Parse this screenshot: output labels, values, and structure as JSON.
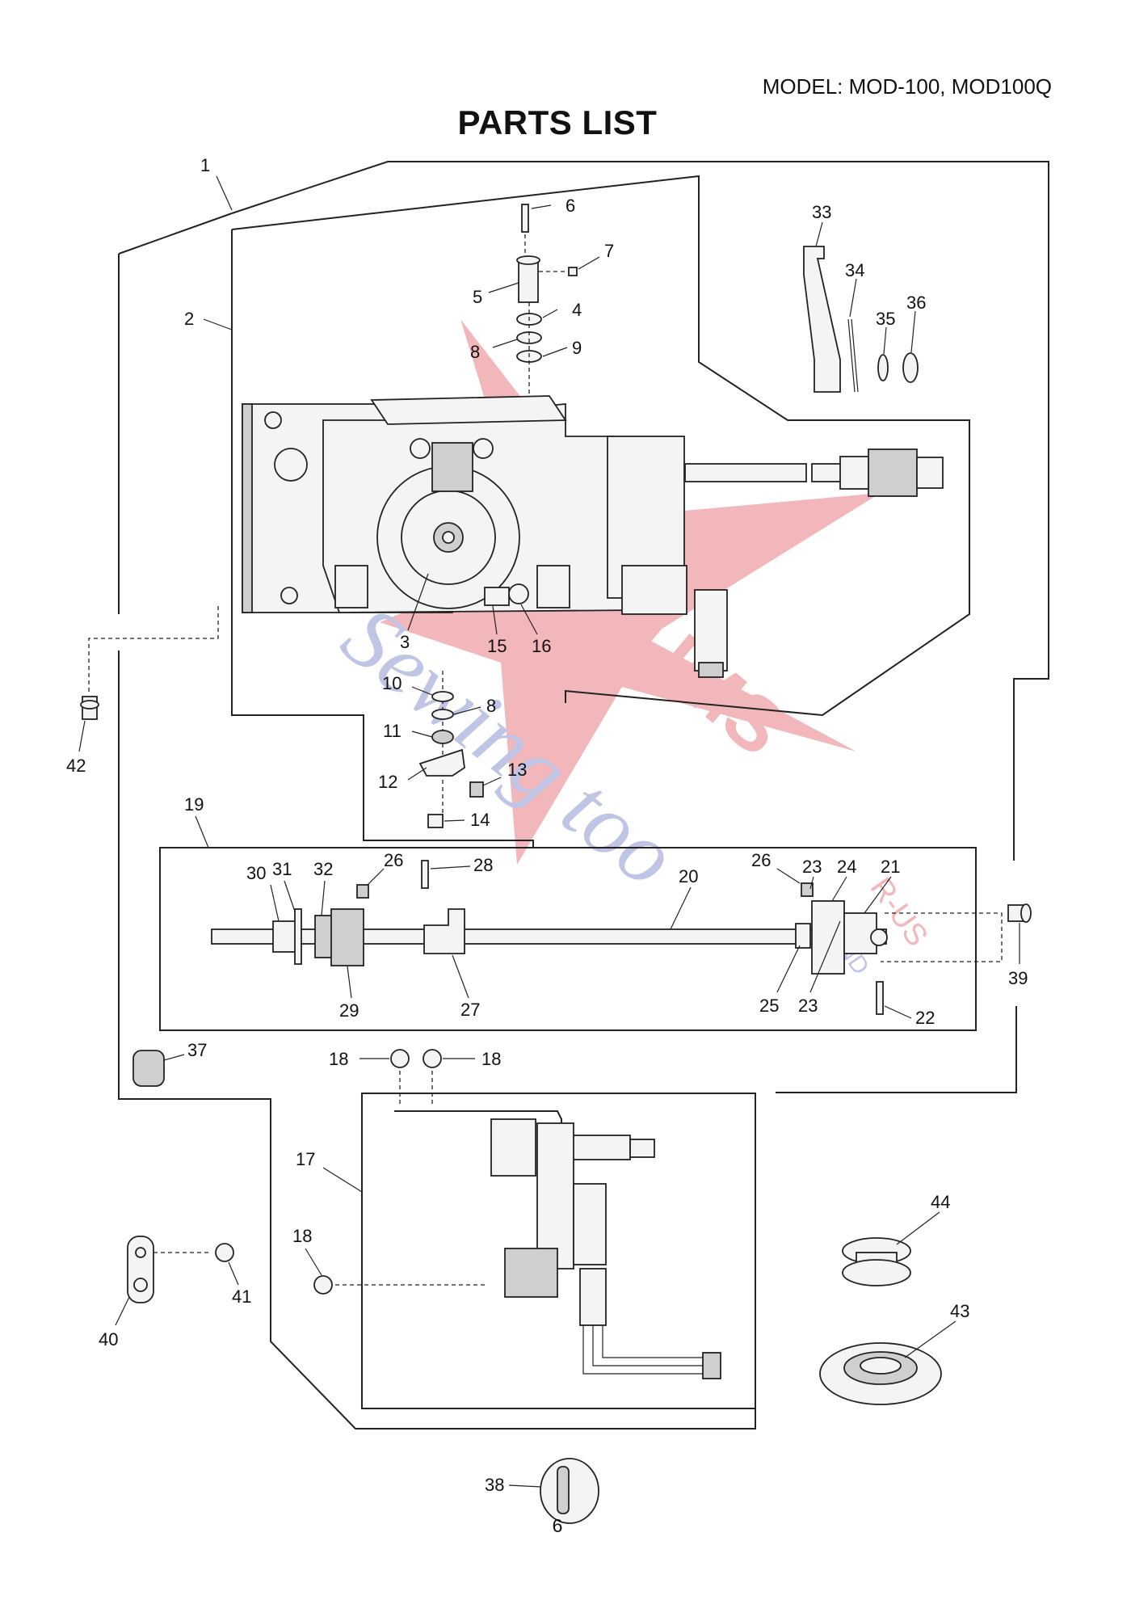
{
  "header": {
    "model": "MODEL: MOD-100, MOD100Q",
    "title": "PARTS LIST"
  },
  "page_number": "6",
  "watermark": {
    "lines": [
      "VACUUMS",
      "Sewing too",
      "R-US",
      "AND"
    ],
    "colors": {
      "red": "#d9313a",
      "blue": "#4a5ab8"
    }
  },
  "callouts": [
    {
      "id": "c1",
      "text": "1"
    },
    {
      "id": "c2",
      "text": "2"
    },
    {
      "id": "c3",
      "text": "3"
    },
    {
      "id": "c4",
      "text": "4"
    },
    {
      "id": "c5",
      "text": "5"
    },
    {
      "id": "c6a",
      "text": "6"
    },
    {
      "id": "c7",
      "text": "7"
    },
    {
      "id": "c8a",
      "text": "8"
    },
    {
      "id": "c9",
      "text": "9"
    },
    {
      "id": "c10",
      "text": "10"
    },
    {
      "id": "c8b",
      "text": "8"
    },
    {
      "id": "c11",
      "text": "11"
    },
    {
      "id": "c12",
      "text": "12"
    },
    {
      "id": "c13",
      "text": "13"
    },
    {
      "id": "c14",
      "text": "14"
    },
    {
      "id": "c15",
      "text": "15"
    },
    {
      "id": "c16",
      "text": "16"
    },
    {
      "id": "c17",
      "text": "17"
    },
    {
      "id": "c18a",
      "text": "18"
    },
    {
      "id": "c18b",
      "text": "18"
    },
    {
      "id": "c18c",
      "text": "18"
    },
    {
      "id": "c19",
      "text": "19"
    },
    {
      "id": "c20",
      "text": "20"
    },
    {
      "id": "c21",
      "text": "21"
    },
    {
      "id": "c22",
      "text": "22"
    },
    {
      "id": "c23a",
      "text": "23"
    },
    {
      "id": "c23b",
      "text": "23"
    },
    {
      "id": "c24",
      "text": "24"
    },
    {
      "id": "c25",
      "text": "25"
    },
    {
      "id": "c26a",
      "text": "26"
    },
    {
      "id": "c26b",
      "text": "26"
    },
    {
      "id": "c27",
      "text": "27"
    },
    {
      "id": "c28",
      "text": "28"
    },
    {
      "id": "c29",
      "text": "29"
    },
    {
      "id": "c30",
      "text": "30"
    },
    {
      "id": "c31",
      "text": "31"
    },
    {
      "id": "c32",
      "text": "32"
    },
    {
      "id": "c33",
      "text": "33"
    },
    {
      "id": "c34",
      "text": "34"
    },
    {
      "id": "c35",
      "text": "35"
    },
    {
      "id": "c36",
      "text": "36"
    },
    {
      "id": "c37",
      "text": "37"
    },
    {
      "id": "c38",
      "text": "38"
    },
    {
      "id": "c39",
      "text": "39"
    },
    {
      "id": "c40",
      "text": "40"
    },
    {
      "id": "c41",
      "text": "41"
    },
    {
      "id": "c42",
      "text": "42"
    },
    {
      "id": "c43",
      "text": "43"
    },
    {
      "id": "c44",
      "text": "44"
    }
  ]
}
